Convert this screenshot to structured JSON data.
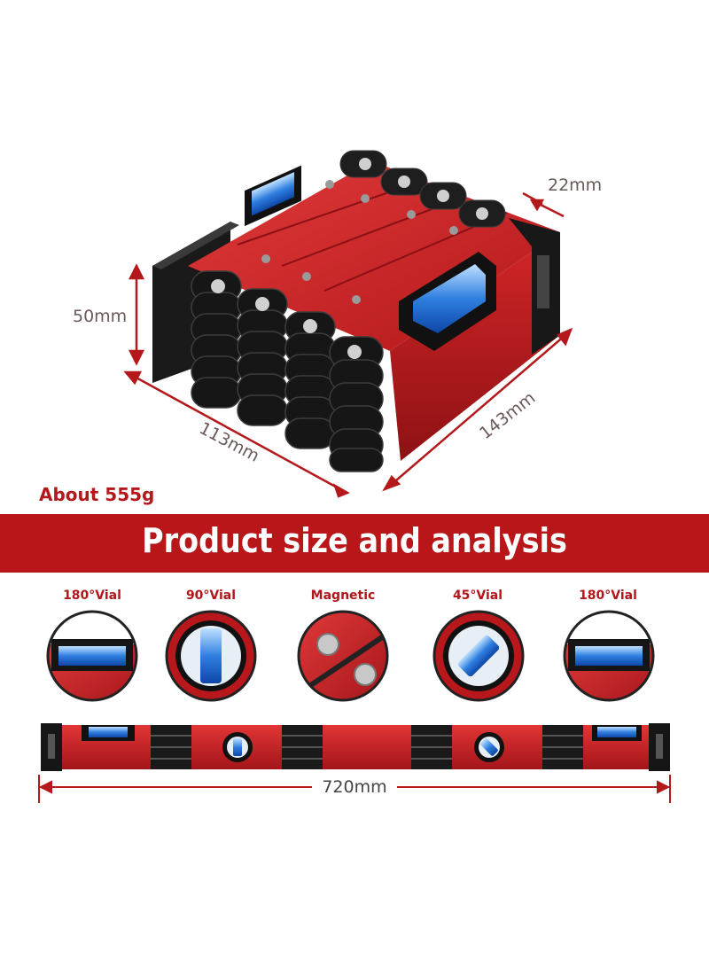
{
  "dimensions": {
    "width_22": "22mm",
    "height_50": "50mm",
    "depth_113": "113mm",
    "length_143": "143mm",
    "full_length": "720mm"
  },
  "weight": "About 555g",
  "banner": {
    "title": "Product size and analysis"
  },
  "features": [
    {
      "label": "180°Vial"
    },
    {
      "label": "90°Vial"
    },
    {
      "label": "Magnetic"
    },
    {
      "label": "45°Vial"
    },
    {
      "label": "180°Vial"
    }
  ],
  "colors": {
    "accent_red": "#b91619",
    "body_red": "#c81e22",
    "vial_blue": "#2f7fe0",
    "dim_line": "#b4181b"
  }
}
